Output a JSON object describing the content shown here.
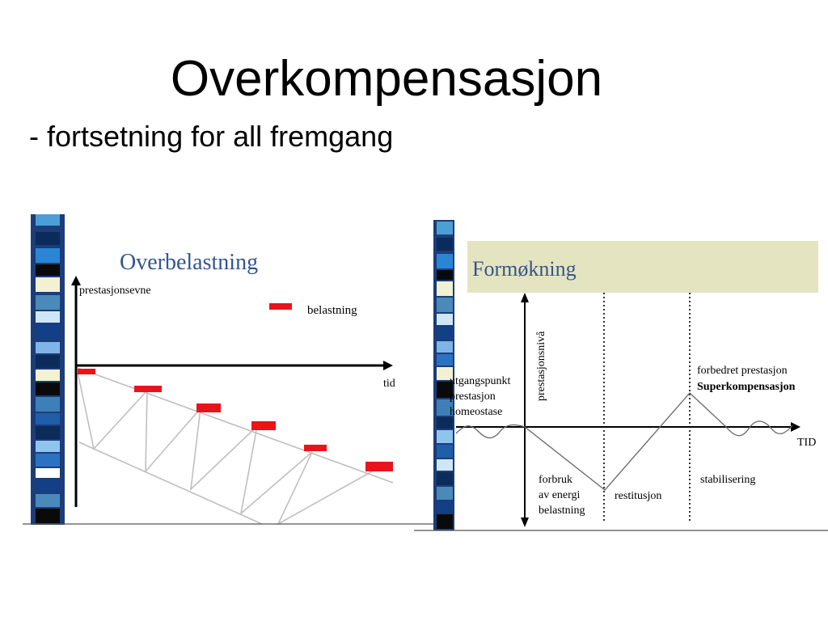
{
  "slide": {
    "title": "Overkompensasjon",
    "subtitle": "- fortsetning for all fremgang"
  },
  "left_diagram": {
    "title": "Overbelastning",
    "y_axis_label": "prestasjonsevne",
    "x_axis_label": "tid",
    "legend_label": "belastning",
    "colors": {
      "title": "#34558f",
      "marker": "#e8141c",
      "band": "#bfbfbf"
    }
  },
  "right_diagram": {
    "title": "Formøkning",
    "y_axis_label": "prestasjonsnivå",
    "x_axis_label": "TID",
    "baseline_label": [
      "utgangspunkt",
      "prestasjon",
      "homeostase"
    ],
    "phase_label_1": [
      "forbruk",
      "av energi",
      "belastning"
    ],
    "phase_label_2": "restitusjon",
    "phase_label_3": "stabilisering",
    "peak_label": "forbedret prestasjon",
    "peak_title": "Superkompensasjon",
    "colors": {
      "title": "#34558f",
      "header_bg": "#e4e4c0"
    }
  }
}
